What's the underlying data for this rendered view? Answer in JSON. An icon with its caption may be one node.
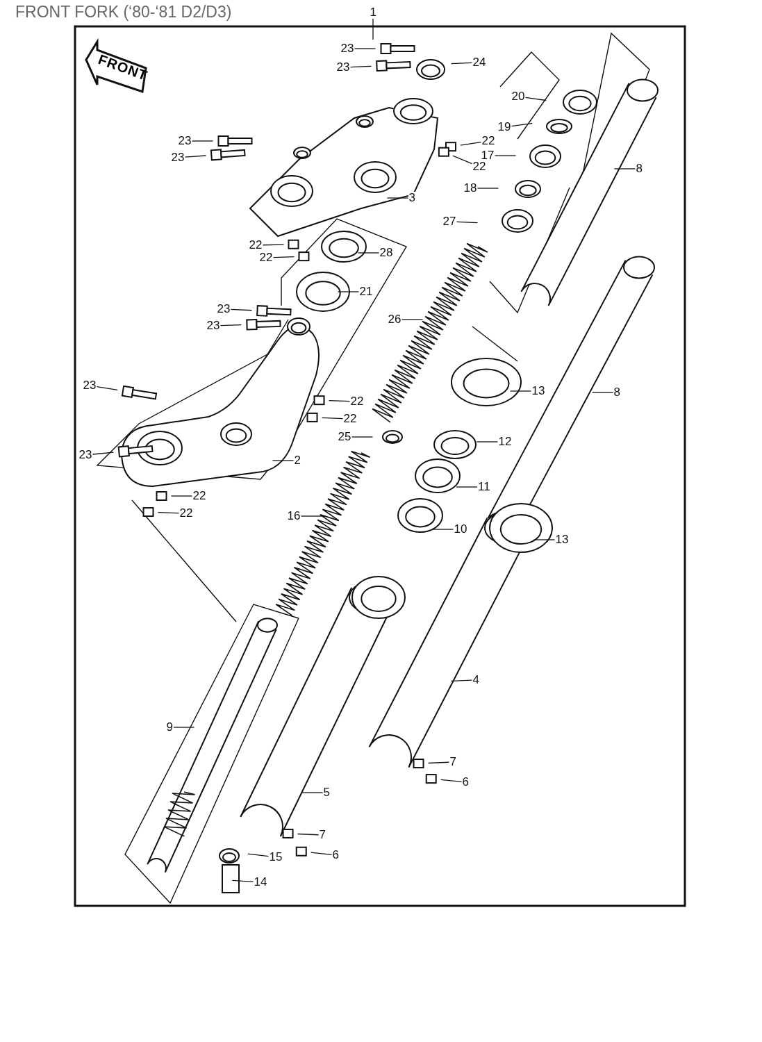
{
  "diagram": {
    "title": "FRONT FORK (‘80-‘81 D2/D3)",
    "nodes": [
      {
        "text": [
          "1"
        ]
      },
      {
        "text": [
          "23"
        ]
      },
      {
        "text": [
          "23"
        ]
      },
      {
        "text": [
          "24"
        ]
      },
      {
        "text": [
          "20"
        ]
      },
      {
        "text": [
          "19"
        ]
      },
      {
        "text": [
          "22"
        ]
      },
      {
        "text": [
          "17"
        ]
      },
      {
        "text": [
          "22"
        ]
      },
      {
        "text": [
          "8"
        ]
      },
      {
        "text": [
          "18"
        ]
      },
      {
        "text": [
          "3"
        ]
      },
      {
        "text": [
          "23"
        ]
      },
      {
        "text": [
          "23"
        ]
      },
      {
        "text": [
          "27"
        ]
      },
      {
        "text": [
          "28"
        ]
      },
      {
        "text": [
          "22"
        ]
      },
      {
        "text": [
          "22"
        ]
      },
      {
        "text": [
          "21"
        ]
      },
      {
        "text": [
          "23"
        ]
      },
      {
        "text": [
          "23"
        ]
      },
      {
        "text": [
          "26"
        ]
      },
      {
        "text": [
          "13"
        ]
      },
      {
        "text": [
          "8"
        ]
      },
      {
        "text": [
          "23"
        ]
      },
      {
        "text": [
          "22"
        ]
      },
      {
        "text": [
          "22"
        ]
      },
      {
        "text": [
          "25"
        ]
      },
      {
        "text": [
          "12"
        ]
      },
      {
        "text": [
          "23"
        ]
      },
      {
        "text": [
          "2"
        ]
      },
      {
        "text": [
          "11"
        ]
      },
      {
        "text": [
          "22"
        ]
      },
      {
        "text": [
          "22"
        ]
      },
      {
        "text": [
          "16"
        ]
      },
      {
        "text": [
          "10"
        ]
      },
      {
        "text": [
          "13"
        ]
      },
      {
        "text": [
          "4"
        ]
      },
      {
        "text": [
          "9"
        ]
      },
      {
        "text": [
          "7"
        ]
      },
      {
        "text": [
          "6"
        ]
      },
      {
        "text": [
          "5"
        ]
      },
      {
        "text": [
          "7"
        ]
      },
      {
        "text": [
          "6"
        ]
      },
      {
        "text": [
          "15"
        ]
      },
      {
        "text": [
          "14"
        ]
      }
    ],
    "edges": [
      {
        "from": 0,
        "to": null,
        "arrow": "none"
      },
      {
        "from": 1,
        "to": null,
        "arrow": "none"
      },
      {
        "from": 2,
        "to": null,
        "arrow": "none"
      },
      {
        "from": 3,
        "to": null,
        "arrow": "none"
      },
      {
        "from": 4,
        "to": null,
        "arrow": "none"
      },
      {
        "from": 5,
        "to": null,
        "arrow": "none"
      },
      {
        "from": 6,
        "to": null,
        "arrow": "none"
      },
      {
        "from": 7,
        "to": null,
        "arrow": "none"
      },
      {
        "from": 8,
        "to": null,
        "arrow": "none"
      },
      {
        "from": 9,
        "to": null,
        "arrow": "none"
      },
      {
        "from": 10,
        "to": null,
        "arrow": "none"
      },
      {
        "from": 11,
        "to": null,
        "arrow": "none"
      },
      {
        "from": 12,
        "to": null,
        "arrow": "none"
      },
      {
        "from": 13,
        "to": null,
        "arrow": "none"
      },
      {
        "from": 14,
        "to": null,
        "arrow": "none"
      },
      {
        "from": 15,
        "to": null,
        "arrow": "none"
      },
      {
        "from": 16,
        "to": null,
        "arrow": "none"
      },
      {
        "from": 17,
        "to": null,
        "arrow": "none"
      },
      {
        "from": 18,
        "to": null,
        "arrow": "none"
      },
      {
        "from": 19,
        "to": null,
        "arrow": "none"
      },
      {
        "from": 20,
        "to": null,
        "arrow": "none"
      },
      {
        "from": 21,
        "to": null,
        "arrow": "none"
      },
      {
        "from": 22,
        "to": null,
        "arrow": "none"
      },
      {
        "from": 23,
        "to": null,
        "arrow": "none"
      },
      {
        "from": 24,
        "to": null,
        "arrow": "none"
      },
      {
        "from": 25,
        "to": null,
        "arrow": "none"
      },
      {
        "from": 26,
        "to": null,
        "arrow": "none"
      },
      {
        "from": 27,
        "to": null,
        "arrow": "none"
      },
      {
        "from": 28,
        "to": null,
        "arrow": "none"
      },
      {
        "from": 29,
        "to": null,
        "arrow": "none"
      },
      {
        "from": 30,
        "to": null,
        "arrow": "none"
      },
      {
        "from": 31,
        "to": null,
        "arrow": "none"
      },
      {
        "from": 32,
        "to": null,
        "arrow": "none"
      },
      {
        "from": 33,
        "to": null,
        "arrow": "none"
      },
      {
        "from": 34,
        "to": null,
        "arrow": "none"
      },
      {
        "from": 35,
        "to": null,
        "arrow": "none"
      },
      {
        "from": 36,
        "to": null,
        "arrow": "none"
      },
      {
        "from": 37,
        "to": null,
        "arrow": "none"
      },
      {
        "from": 38,
        "to": null,
        "arrow": "none"
      },
      {
        "from": 39,
        "to": null,
        "arrow": "none"
      },
      {
        "from": 40,
        "to": null,
        "arrow": "none"
      },
      {
        "from": 41,
        "to": null,
        "arrow": "none"
      },
      {
        "from": 42,
        "to": null,
        "arrow": "none"
      },
      {
        "from": 43,
        "to": null,
        "arrow": "none"
      },
      {
        "from": 44,
        "to": null,
        "arrow": "none"
      },
      {
        "from": 45,
        "to": null,
        "arrow": "none"
      }
    ],
    "labels": [
      "FRONT"
    ]
  }
}
